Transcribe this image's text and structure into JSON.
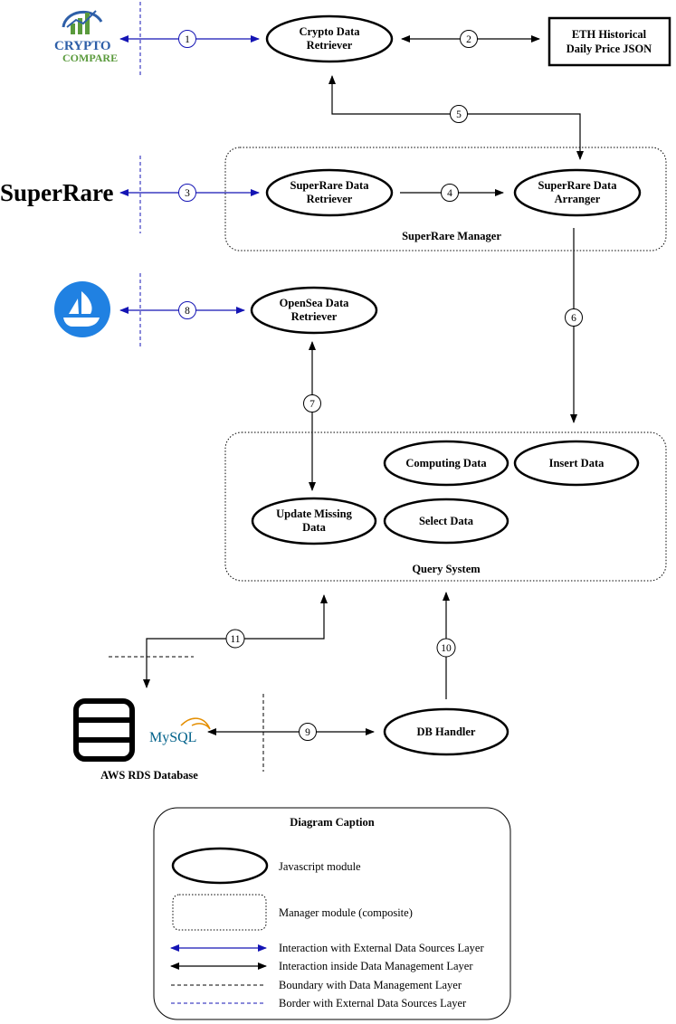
{
  "logos": {
    "cryptocompare_line1": "CRYPTO",
    "cryptocompare_line2": "COMPARE",
    "superrare": "SuperRare",
    "mysql": "MySQL"
  },
  "nodes": {
    "crypto_data_retriever": [
      "Crypto Data",
      "Retriever"
    ],
    "eth_json": [
      "ETH Historical",
      "Daily Price JSON"
    ],
    "superrare_retriever": [
      "SuperRare Data",
      "Retriever"
    ],
    "superrare_arranger": [
      "SuperRare Data",
      "Arranger"
    ],
    "opensea_retriever": [
      "OpenSea Data",
      "Retriever"
    ],
    "computing_data": "Computing Data",
    "insert_data": "Insert Data",
    "update_missing": [
      "Update Missing",
      "Data"
    ],
    "select_data": "Select Data",
    "db_handler": "DB Handler",
    "aws_rds": "AWS RDS Database"
  },
  "groups": {
    "superrare_manager": "SuperRare Manager",
    "query_system": "Query System"
  },
  "edges": {
    "e1": "1",
    "e2": "2",
    "e3": "3",
    "e4": "4",
    "e5": "5",
    "e6": "6",
    "e7": "7",
    "e8": "8",
    "e9": "9",
    "e10": "10",
    "e11": "11"
  },
  "caption": {
    "title": "Diagram Caption",
    "items": [
      "Javascript module",
      "Manager module (composite)",
      "Interaction with External Data Sources Layer",
      "Interaction inside Data Management Layer",
      "Boundary with Data Management Layer",
      "Border with External Data Sources Layer"
    ]
  },
  "colors": {
    "external": "#1414b4",
    "internal": "#000000",
    "cryptocompare_green": "#5a9a3c",
    "cryptocompare_blue": "#2e5fa8",
    "opensea_blue": "#2081e2",
    "mysql_blue": "#00618a",
    "mysql_orange": "#e48e00"
  }
}
